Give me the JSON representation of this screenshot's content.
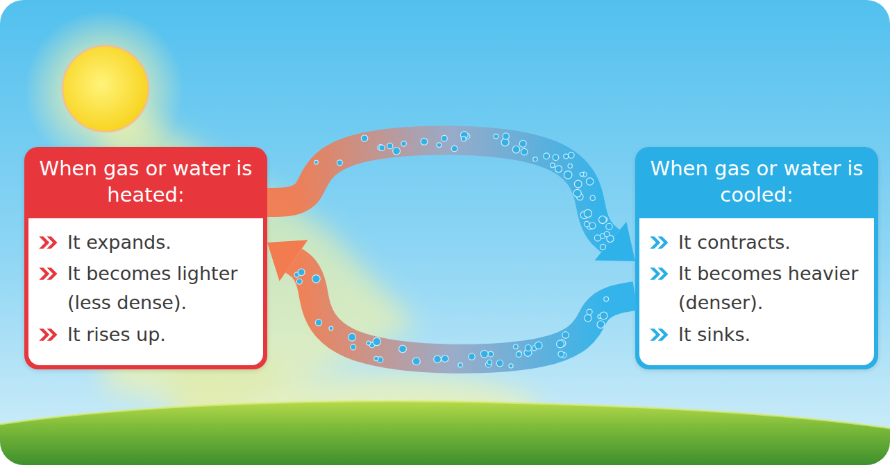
{
  "diagram": {
    "nodes": [
      {
        "text": [
          "When gas or water is heated:",
          "It expands.",
          "It becomes lighter (less dense).",
          "It rises up."
        ]
      },
      {
        "text": [
          "When gas or water is cooled:",
          "It contracts.",
          "It becomes heavier (denser).",
          "It sinks."
        ]
      }
    ],
    "edges": [
      {
        "from": 0,
        "to": 1,
        "arrow": "to"
      },
      {
        "from": 1,
        "to": 0,
        "arrow": "to"
      }
    ]
  }
}
